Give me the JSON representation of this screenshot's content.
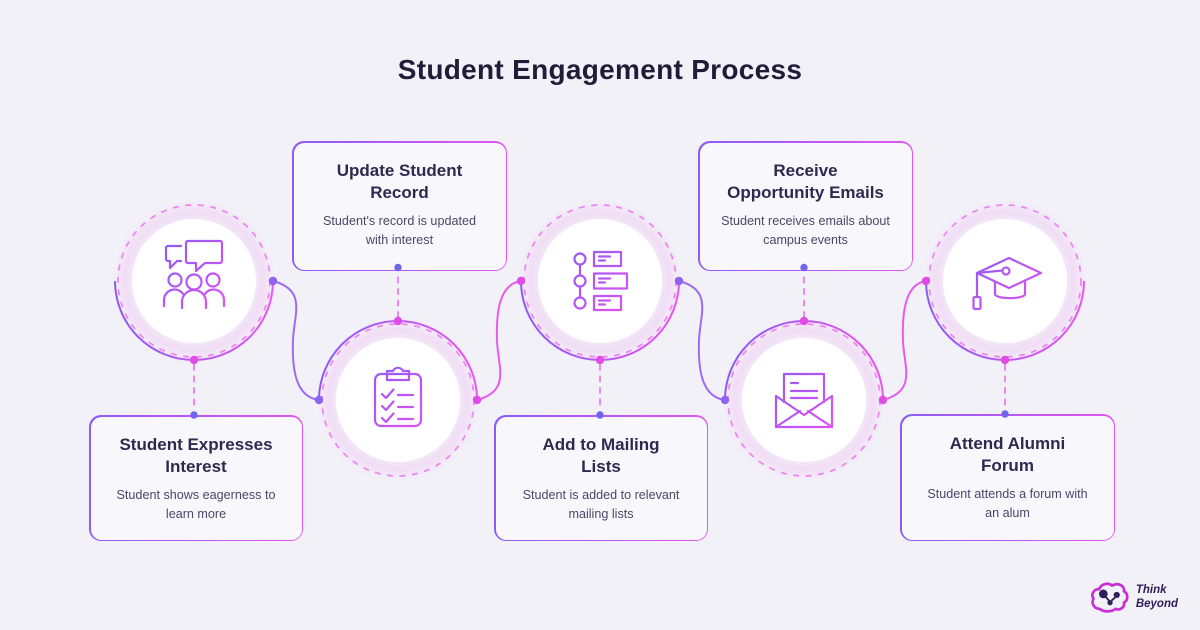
{
  "title": "Student Engagement Process",
  "steps": [
    {
      "title": "Student Expresses\nInterest",
      "description": "Student shows eagerness to\nlearn more",
      "icon": "conversation-icon",
      "card_position": "below"
    },
    {
      "title": "Update Student\nRecord",
      "description": "Student's record is updated\nwith interest",
      "icon": "clipboard-checklist-icon",
      "card_position": "above"
    },
    {
      "title": "Add to Mailing\nLists",
      "description": "Student is added to relevant\nmailing lists",
      "icon": "mailing-list-icon",
      "card_position": "below"
    },
    {
      "title": "Receive\nOpportunity Emails",
      "description": "Student receives emails about\ncampus events",
      "icon": "open-envelope-icon",
      "card_position": "above"
    },
    {
      "title": "Attend Alumni\nForum",
      "description": "Student attends a forum with\nan alum",
      "icon": "graduation-cap-icon",
      "card_position": "below"
    }
  ],
  "logo": {
    "line1": "Think",
    "line2": "Beyond"
  },
  "colors": {
    "background": "#f2f1f8",
    "card_background": "#f8f7fc",
    "title_text": "#201d38",
    "card_title_text": "#2e2a4f",
    "body_text": "#4a4766",
    "purple_accent": "#8b5cf6",
    "pink_accent": "#e455ef",
    "dashed_pink": "#ef86f1",
    "connector_purple": "#9d6bf3",
    "connector_pink": "#e65bee",
    "dot_magenta": "#e24be6",
    "dot_indigo": "#7165f0",
    "brand_magenta": "#cb2dd4",
    "brand_indigo": "#2e2159"
  }
}
